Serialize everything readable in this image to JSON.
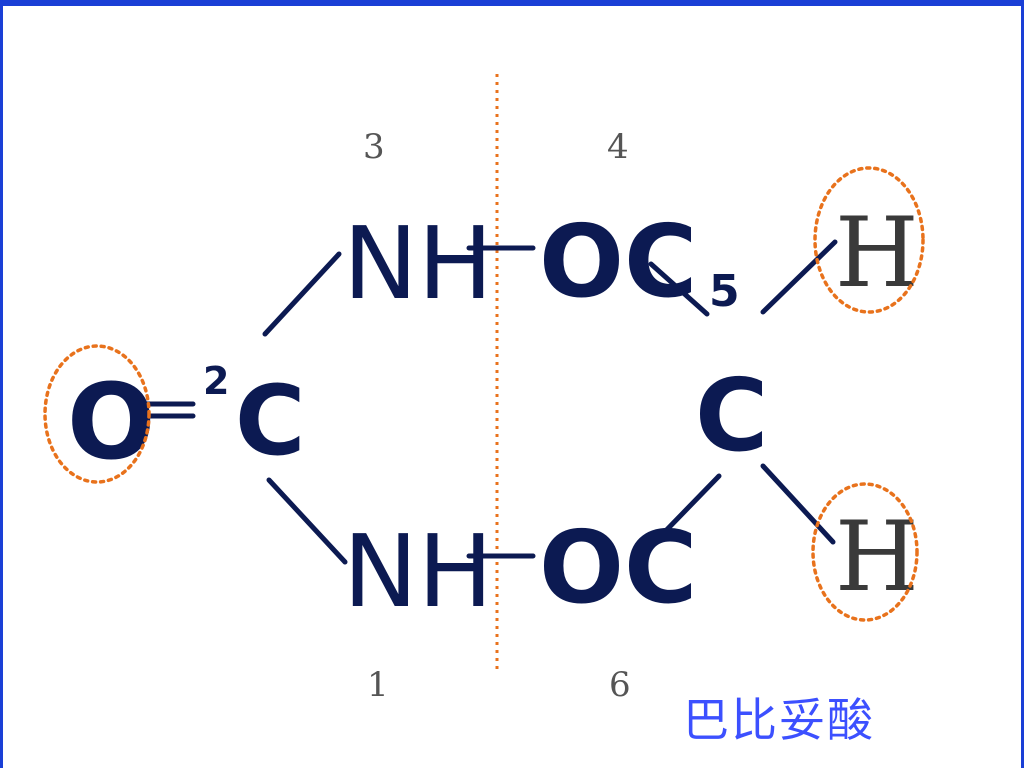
{
  "molecule": {
    "atoms": {
      "o_carbonyl": "O",
      "c2": "C",
      "nh_top": "NH",
      "nh_bottom": "NH",
      "oc_top": "OC",
      "oc_bottom": "OC",
      "c5": "C",
      "h_top": "H",
      "h_bottom": "H"
    },
    "position_labels": {
      "p1": "1",
      "p2": "2",
      "p3": "3",
      "p4": "4",
      "p5": "5",
      "p6": "6"
    }
  },
  "caption": "巴比妥酸",
  "colors": {
    "frame": "#1a3fd6",
    "bond": "#0c1a52",
    "highlight": "#e8721c",
    "caption": "#3c50ff"
  }
}
